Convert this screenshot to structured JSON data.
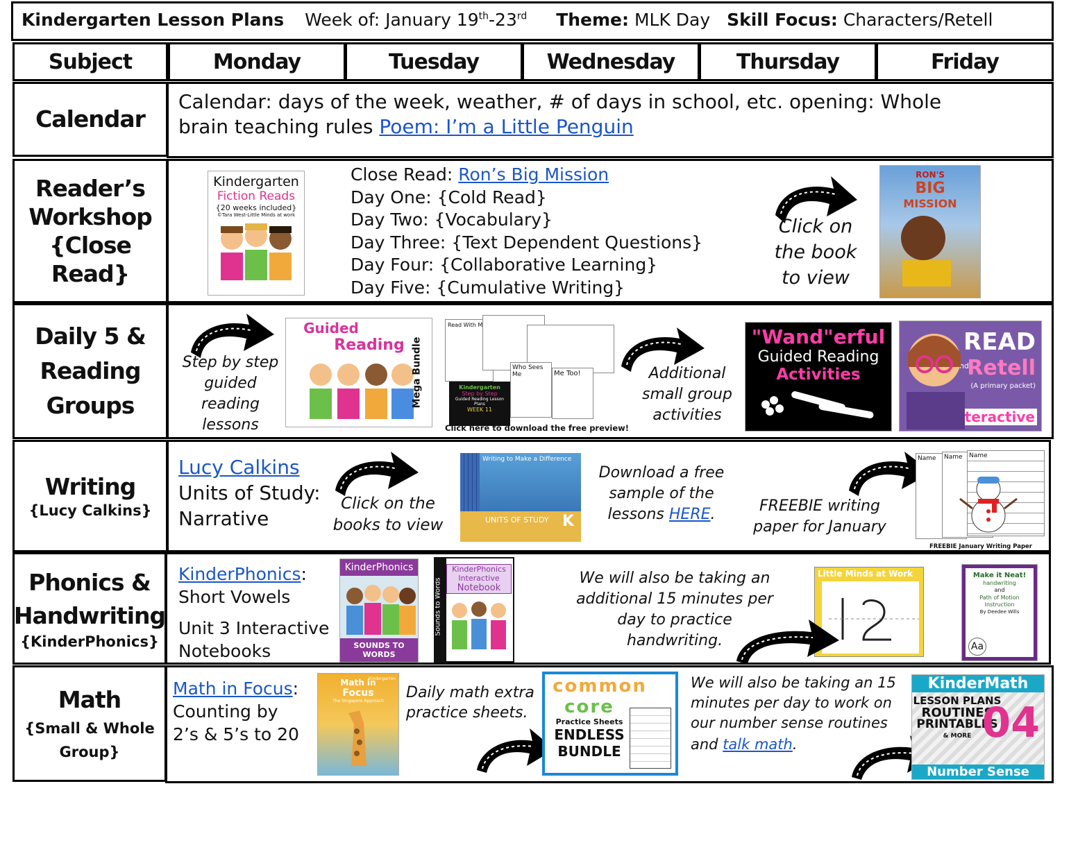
{
  "header": {
    "title": "Kindergarten Lesson Plans",
    "week_label": "Week of: January 19",
    "week_sup1": "th",
    "week_mid": "-23",
    "week_sup2": "rd",
    "theme_label": "Theme:",
    "theme_value": "MLK Day",
    "skill_label": "Skill Focus:",
    "skill_value": "Characters/Retell"
  },
  "columns": [
    "Subject",
    "Monday",
    "Tuesday",
    "Wednesday",
    "Thursday",
    "Friday"
  ],
  "calendar": {
    "subject": "Calendar",
    "line1": "Calendar: days of the week, weather, # of days in school, etc. opening: Whole",
    "line2": "brain teaching rules ",
    "link": "Poem: I’m a Little Penguin"
  },
  "readers": {
    "subject_lines": [
      "Reader’s",
      "Workshop",
      "{Close Read}"
    ],
    "book_cover": {
      "l1": "Kindergarten",
      "l2": "Fiction",
      "l3": "Reads",
      "l4": "{20 weeks included}",
      "l5": "©Tara West-Little Minds at work"
    },
    "close_read_label": "Close Read: ",
    "close_read_link": "Ron’s Big Mission",
    "days": [
      "Day One: {Cold Read}",
      "Day Two: {Vocabulary}",
      "Day Three: {Text Dependent Questions}",
      "Day Four:  {Collaborative Learning}",
      "Day Five: {Cumulative Writing}"
    ],
    "click_note": [
      "Click on",
      "the book",
      "to view"
    ],
    "ron_cover": {
      "t1": "RON'S",
      "t2": "BIG",
      "t3": "MISSION"
    }
  },
  "daily5": {
    "subject_lines": [
      "Daily 5 &",
      "Reading",
      "Groups"
    ],
    "step_note": [
      "Step by step",
      "guided",
      "reading",
      "lessons"
    ],
    "guided_cover": {
      "t1": "Guided",
      "t2": "Reading",
      "side": "Mega Bundle"
    },
    "preview_cover": {
      "t1": "Read With Me",
      "t2": "Who Sees Me",
      "t3": "Me Too!",
      "t4": "Kindergarten",
      "t5": "Step by Step",
      "t6": "Guided Reading Lesson Plans",
      "t7": "WEEK 11"
    },
    "preview_caption": "Click here to download the free preview!",
    "additional_note": [
      "Additional",
      "small group",
      "activities"
    ],
    "wand_cover": {
      "t1": "\"Wand\"erful",
      "t2": "Guided Reading",
      "t3": "Activities"
    },
    "retell_cover": {
      "t1": "READ",
      "t2": "and",
      "t3": "Retell",
      "t4": "(A primary packet)",
      "t5": "interactive"
    }
  },
  "writing": {
    "subject_big": "Writing",
    "subject_small": "{Lucy Calkins}",
    "link": "Lucy Calkins",
    "lines": [
      "Units of Study:",
      "Narrative"
    ],
    "click_note": [
      "Click on the",
      "books to view"
    ],
    "units_cover": {
      "t1": "Writing to Make a Difference",
      "t2": "UNITS OF STUDY",
      "t3": "K"
    },
    "download_note": [
      "Download a free",
      "sample of the",
      "lessons "
    ],
    "download_link": "HERE",
    "freebie_note": [
      "FREEBIE writing",
      "paper for January"
    ],
    "paper_cover": {
      "t1": "Name",
      "t2": "FREEBIE January Writing Paper"
    }
  },
  "phonics": {
    "subject_lines": [
      "Phonics &",
      "Handwriting"
    ],
    "subject_small": "{KinderPhonics}",
    "link": "KinderPhonics",
    "link_suffix": ":",
    "lines": [
      "Short Vowels",
      "Unit 3 Interactive",
      "Notebooks"
    ],
    "kp_cover": {
      "t1": "KinderPhonics",
      "t2": "SOUNDS TO WORDS"
    },
    "nb_cover": {
      "t1": "KinderPhonics",
      "t2": "Interactive",
      "t3": "Notebook",
      "side": "Sounds to Words"
    },
    "note": [
      "We will also be taking an",
      "additional 15 minutes per",
      "day to practice",
      "handwriting."
    ],
    "photo_caption": "Little Minds at Work",
    "neat_cover": {
      "t1": "Make it Neat!",
      "t2": "handwriting",
      "t3": "and",
      "t4": "Path of Motion",
      "t5": "Instruction",
      "t6": "By Deedee Wills",
      "t7": "Aa"
    }
  },
  "math": {
    "subject_big": "Math",
    "subject_small": [
      "{Small & Whole",
      "Group}"
    ],
    "link": "Math in Focus",
    "link_suffix": ":",
    "lines": [
      "Counting by",
      "2’s & 5’s to 20"
    ],
    "mif_cover": {
      "t1": "Math in",
      "t2": "Focus",
      "t3": "The Singapore Approach",
      "t4": "Kindergarten"
    },
    "daily_note": [
      "Daily math extra",
      "practice sheets."
    ],
    "cc_cover": {
      "t1": "common",
      "t2": "core",
      "t3": "Practice Sheets",
      "t4": "ENDLESS",
      "t5": "BUNDLE"
    },
    "note_lines": [
      "We will also be taking an 15",
      "minutes per day to work on",
      "our number sense routines"
    ],
    "note_and": "and ",
    "note_link": "talk math",
    "note_end": ".",
    "km_cover": {
      "t1": "KinderMath",
      "t2": "LESSON PLANS",
      "t3": "ROUTINES",
      "t4": "PRINTABLES",
      "t5": "& MORE",
      "t6": "Number Sense",
      "t7": "04"
    }
  }
}
